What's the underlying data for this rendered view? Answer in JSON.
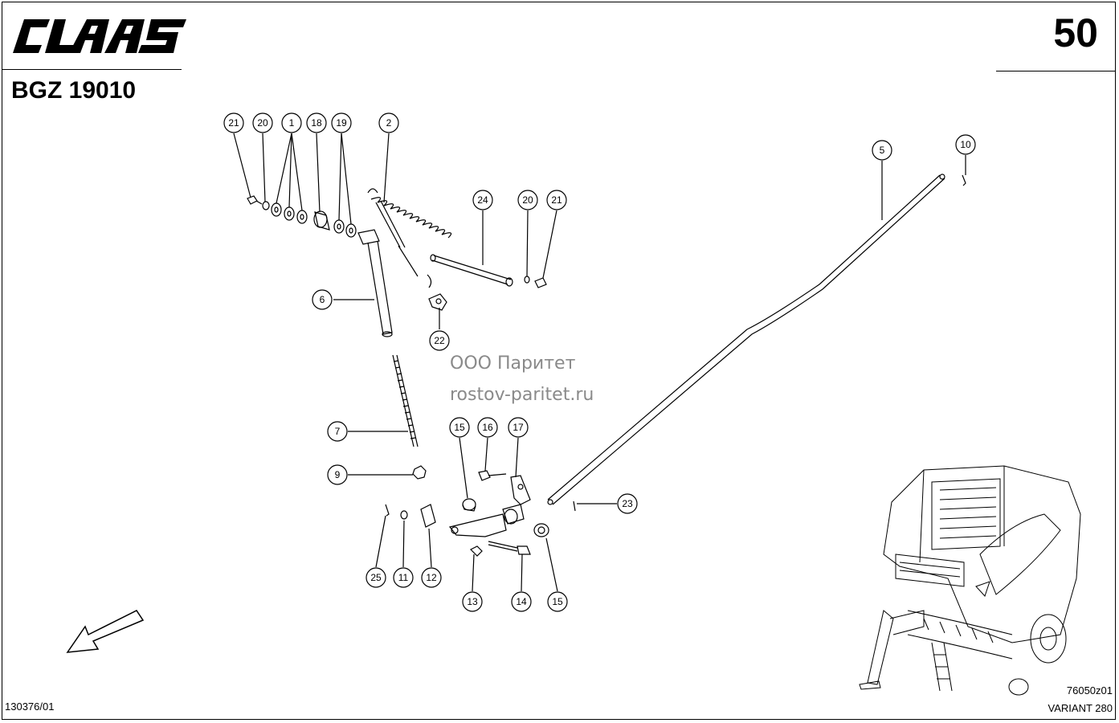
{
  "header": {
    "brand": "CLAAS",
    "page_number": "50",
    "group_code": "BGZ 19010"
  },
  "watermark": {
    "line1": "ООО Паритет",
    "line2": "rostov-paritet.ru"
  },
  "footer": {
    "doc_ref": "130376/01",
    "image_ref": "76050z01",
    "model": "VARIANT 280"
  },
  "callouts": [
    "21",
    "20",
    "1",
    "18",
    "19",
    "2",
    "24",
    "20",
    "21",
    "5",
    "10",
    "6",
    "22",
    "7",
    "9",
    "15",
    "16",
    "17",
    "23",
    "25",
    "11",
    "12",
    "13",
    "14",
    "15"
  ],
  "colors": {
    "line": "#000000",
    "watermark": "#8a8a8a",
    "background": "#ffffff"
  }
}
